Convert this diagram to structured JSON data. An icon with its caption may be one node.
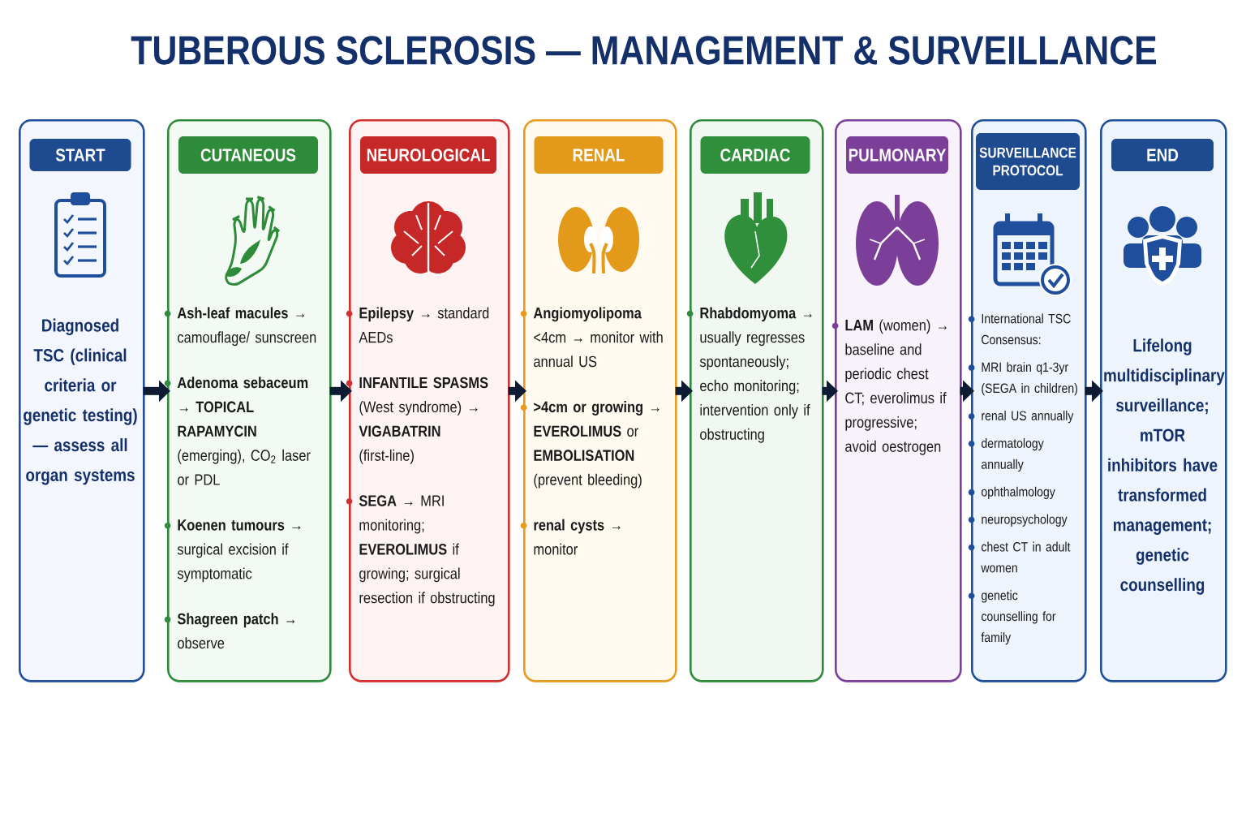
{
  "diagram": {
    "title": "TUBEROUS SCLEROSIS — MANAGEMENT & SURVEILLANCE",
    "nodes": [
      {
        "text": [
          "START",
          "Diagnosed TSC (clinical criteria or genetic testing) — assess all organ systems"
        ]
      },
      {
        "text": [
          "CUTANEOUS",
          "**Ash-leaf macules →** camouflage/ sunscreen",
          "**Adenoma sebaceum →** **TOPICAL RAPAMYCIN** (emerging), CO$_{2}$ laser or PDL",
          "**Koenen tumours →** surgical excision if symptomatic",
          "**Shagreen patch →** observe"
        ]
      },
      {
        "text": [
          "NEUROLOGICAL",
          "**Epilepsy →** standard AEDs",
          "**INFANTILE SPASMS** (West syndrome) → **VIGABATRIN** (first-line)",
          "**SEGA →** MRI monitoring; **EVEROLIMUS** if growing; surgical resection if obstructing"
        ]
      },
      {
        "text": [
          "RENAL",
          "**Angiomyolipoma** <4cm → monitor with annual US",
          "**>4cm or growing →** **EVEROLIMUS** or **EMBOLISATION** (prevent bleeding)",
          "**renal cysts →** monitor"
        ]
      },
      {
        "text": [
          "CARDIAC",
          "**Rhabdomyoma →** usually regresses spontaneously; echo monitoring; intervention only if obstructing"
        ]
      },
      {
        "text": [
          "PULMONARY",
          "**LAM** (women) → baseline and periodic chest CT; everolimus if progressive; avoid oestrogen"
        ]
      },
      {
        "text": [
          "SURVEILLANCE PROTOCOL",
          "International TSC Consensus:",
          "MRI brain q1-3yr (SEGA in children)",
          "renal US annually",
          "dermatology annually",
          "ophthalmology",
          "neuropsychology",
          "chest CT in adult women",
          "genetic counselling for family"
        ]
      },
      {
        "text": [
          "END",
          "Lifelong multidisciplinary surveillance; mTOR inhibitors have transformed management; genetic counselling"
        ]
      }
    ],
    "edges": [
      {
        "from": 0,
        "to": 1,
        "arrow": "to"
      },
      {
        "from": 1,
        "to": 2,
        "arrow": "to"
      },
      {
        "from": 2,
        "to": 3,
        "arrow": "to"
      },
      {
        "from": 3,
        "to": 4,
        "arrow": "to"
      },
      {
        "from": 4,
        "to": 5,
        "arrow": "to"
      },
      {
        "from": 5,
        "to": 6,
        "arrow": "to"
      },
      {
        "from": 6,
        "to": 7,
        "arrow": "to"
      }
    ]
  }
}
